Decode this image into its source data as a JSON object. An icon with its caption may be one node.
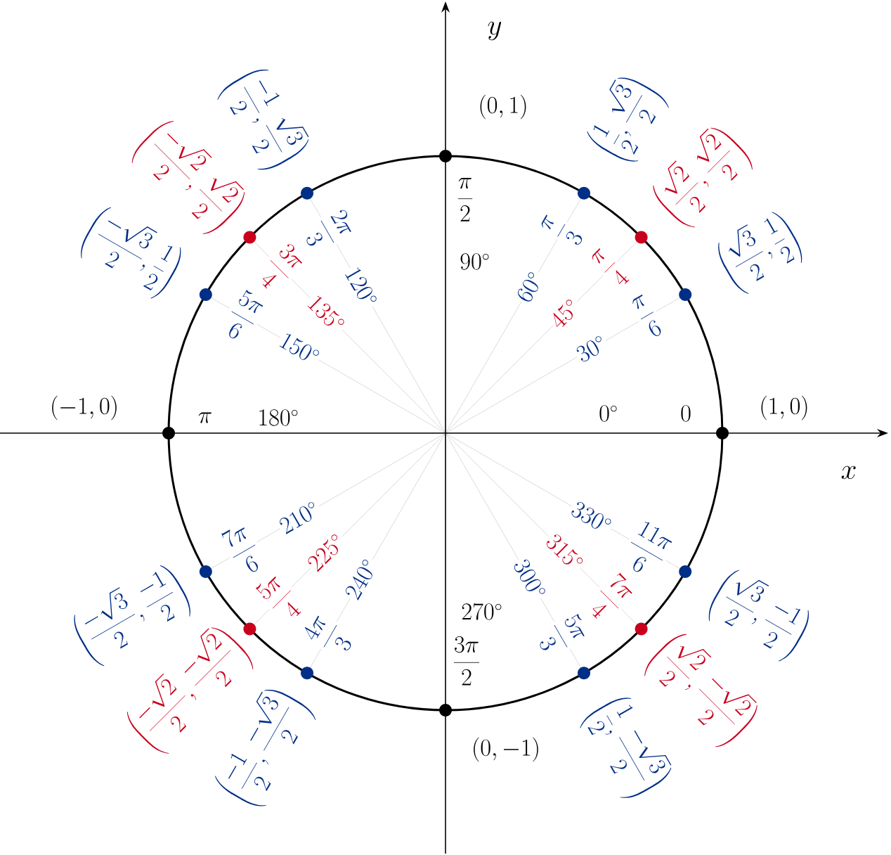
{
  "diagram": {
    "nodes": [
      {
        "text": [],
        "shape": "circle",
        "beside": [
          "(1,0)",
          "0"
        ]
      },
      {
        "text": [],
        "shape": "circle",
        "beside": [
          "\\left(\\frac{\\sqrt{3}}{2},\\frac{1}{2}\\right)",
          "\\frac{\\pi}{6}",
          "30^{\\circ}"
        ]
      },
      {
        "text": [],
        "shape": "circle",
        "beside": [
          "\\left(\\frac{\\sqrt{2}}{2},\\frac{\\sqrt{2}}{2}\\right)",
          "\\frac{\\pi}{4}",
          "45^{\\circ}"
        ]
      },
      {
        "text": [],
        "shape": "circle",
        "beside": [
          "\\left(\\frac{1}{2},\\frac{\\sqrt{3}}{2}\\right)",
          "\\frac{\\pi}{3}",
          "60^{\\circ}"
        ]
      },
      {
        "text": [],
        "shape": "circle",
        "beside": [
          "(0,1)",
          "\\frac{\\pi}{2}"
        ]
      },
      {
        "text": [],
        "shape": "circle",
        "beside": [
          "\\left(\\frac{-1}{2},\\frac{\\sqrt{3}}{2}\\right)",
          "\\frac{2\\pi}{3}",
          "120^{\\circ}"
        ]
      },
      {
        "text": [],
        "shape": "circle",
        "beside": [
          "\\left(\\frac{-\\sqrt{2}}{2},\\frac{\\sqrt{2}}{2}\\right)",
          "\\frac{3\\pi}{4}",
          "135^{\\circ}"
        ]
      },
      {
        "text": [],
        "shape": "circle",
        "beside": [
          "\\left(\\frac{-\\sqrt{3}}{2},\\frac{1}{2}\\right)",
          "\\frac{5\\pi}{6}",
          "150^{\\circ}"
        ]
      },
      {
        "text": [],
        "shape": "circle",
        "beside": [
          "(-1,0)",
          "\\pi"
        ]
      },
      {
        "text": [],
        "shape": "circle",
        "beside": [
          "\\left(\\frac{-\\sqrt{3}}{2},\\frac{-1}{2}\\right)",
          "\\frac{7\\pi}{6}",
          "210^{\\circ}"
        ]
      },
      {
        "text": [],
        "shape": "circle",
        "beside": [
          "\\left(\\frac{-\\sqrt{2}}{2},\\frac{-\\sqrt{2}}{2}\\right)",
          "\\frac{5\\pi}{4}",
          "225^{\\circ}"
        ]
      },
      {
        "text": [],
        "shape": "circle",
        "beside": [
          "\\left(\\frac{-1}{2},\\frac{-\\sqrt{3}}{2}\\right)",
          "\\frac{4\\pi}{3}",
          "240^{\\circ}"
        ]
      },
      {
        "text": [],
        "shape": "circle",
        "beside": [
          "(0,-1)",
          "\\frac{3\\pi}{2}"
        ]
      },
      {
        "text": [],
        "shape": "circle",
        "beside": [
          "\\left(\\frac{1}{2},\\frac{-\\sqrt{3}}{2}\\right)",
          "\\frac{5\\pi}{3}",
          "300^{\\circ}"
        ]
      },
      {
        "text": [],
        "shape": "circle",
        "beside": [
          "\\left(\\frac{\\sqrt{2}}{2},\\frac{-\\sqrt{2}}{2}\\right)",
          "\\frac{7\\pi}{4}",
          "315^{\\circ}"
        ]
      },
      {
        "text": [],
        "shape": "circle",
        "beside": [
          "\\left(\\frac{\\sqrt{3}}{2},\\frac{-1}{2}\\right)",
          "\\frac{11\\pi}{6}",
          "330^{\\circ}"
        ]
      }
    ],
    "labels": [
      "y",
      "90^{\\circ}",
      "180^{\\circ}",
      "0^{\\circ}",
      "x",
      "270^{\\circ}"
    ]
  }
}
